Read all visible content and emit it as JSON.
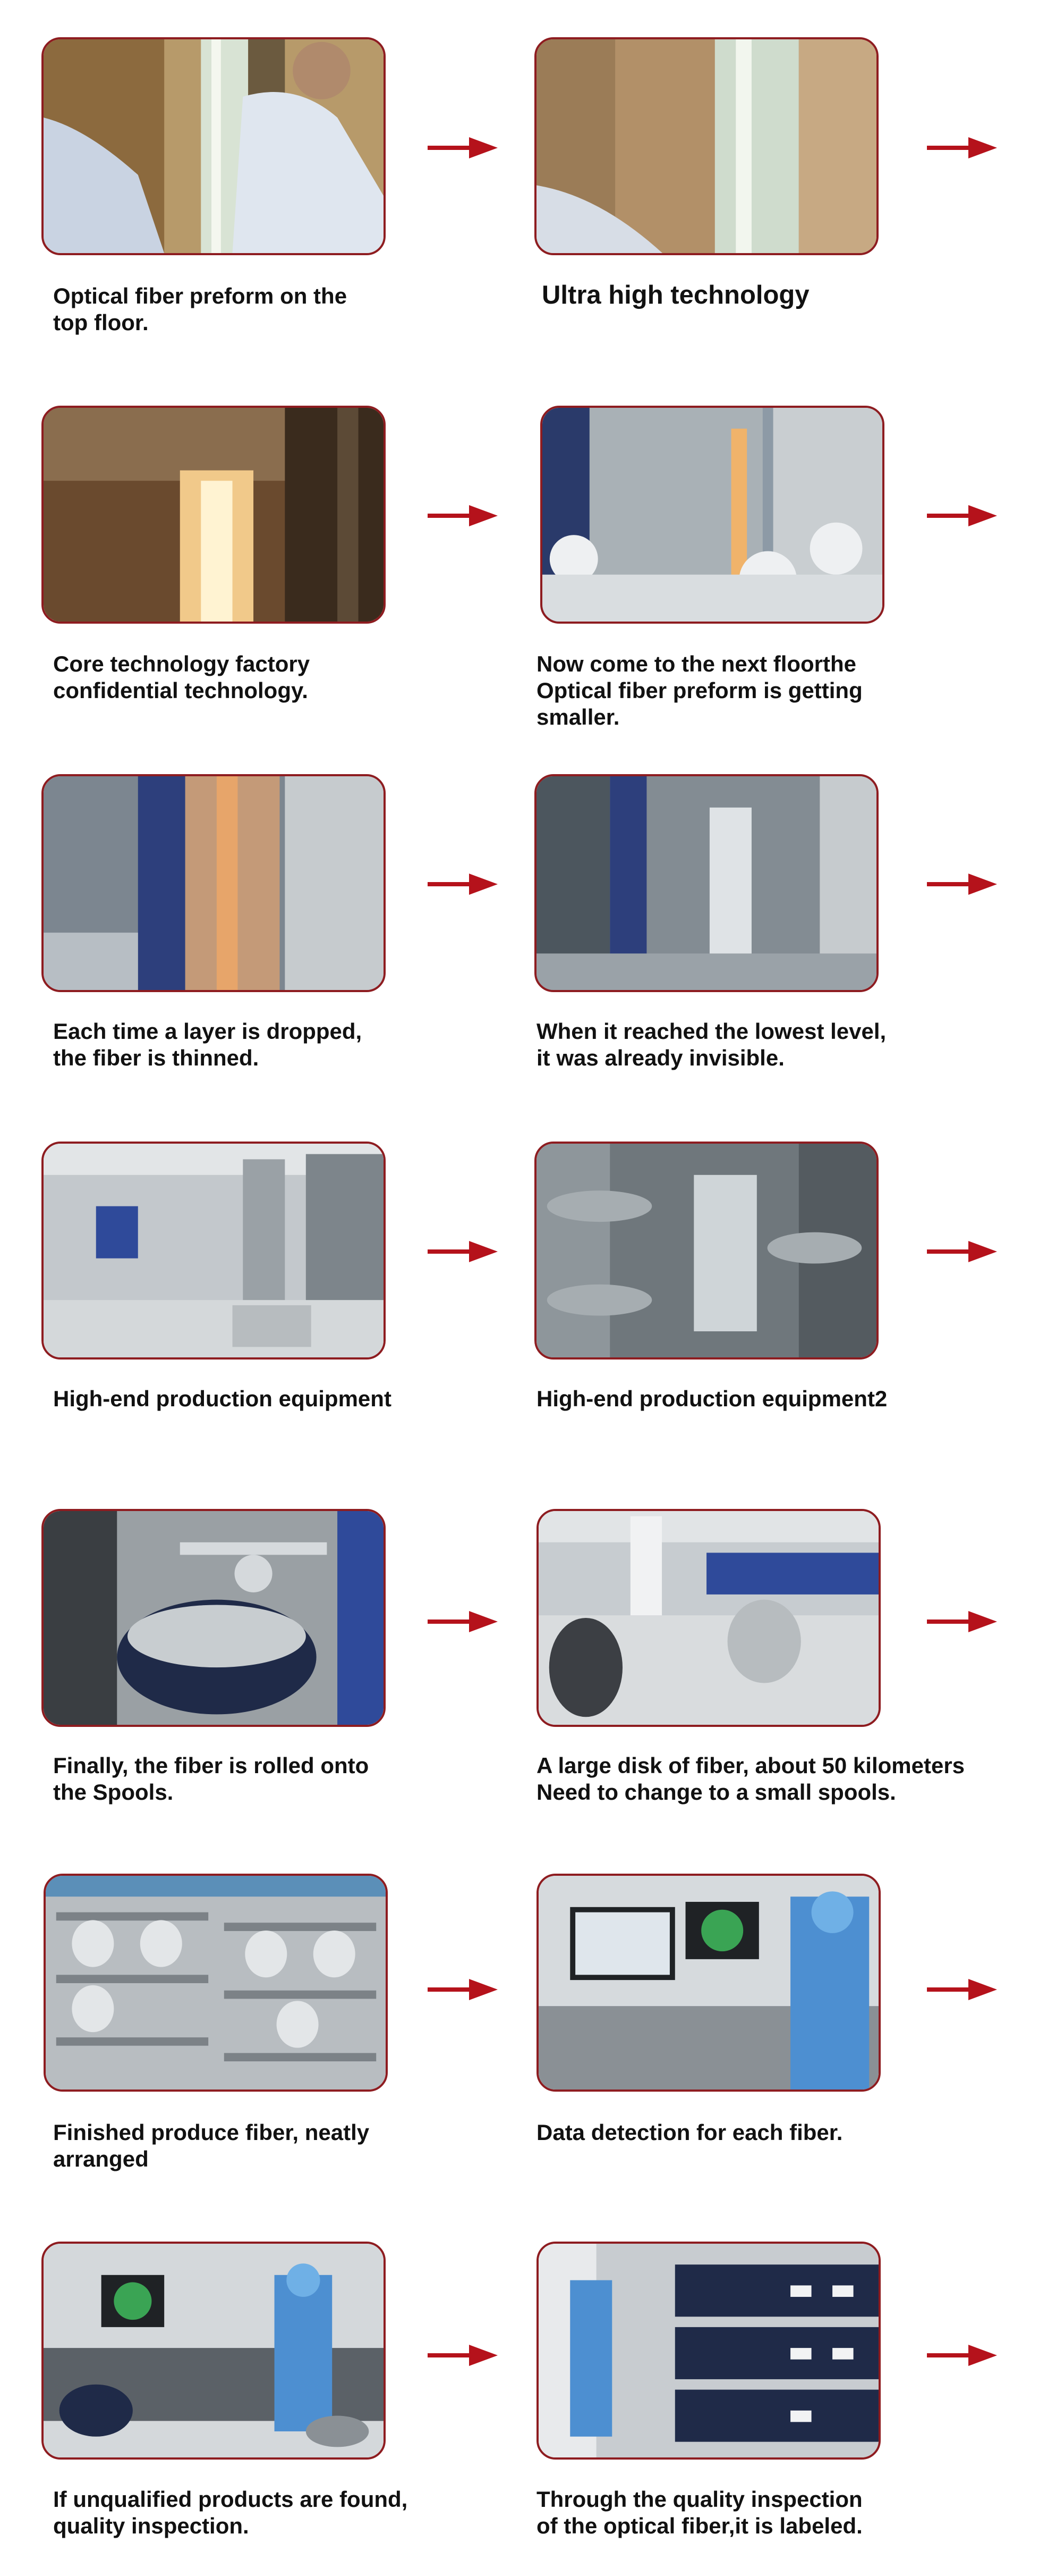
{
  "accent_color": "#b5121b",
  "frame_color": "#8e1c20",
  "steps": [
    {
      "caption": "Optical fiber preform on the\ntop floor.",
      "icon": "preform-tower-photo"
    },
    {
      "caption": "Ultra high technology",
      "icon": "preform-closeup-photo"
    },
    {
      "caption": "Core technology factory\nconfidential technology.",
      "icon": "furnace-photo"
    },
    {
      "caption": "Now come to the next floorthe\nOptical fiber preform is getting\nsmaller.",
      "icon": "workers-furnace-photo"
    },
    {
      "caption": "Each time a layer is dropped,\nthe fiber is thinned.",
      "icon": "draw-tower-photo"
    },
    {
      "caption": "When it reached the lowest level,\nit was already invisible.",
      "icon": "draw-tower-lower-photo"
    },
    {
      "caption": "High-end production equipment",
      "icon": "production-hall-photo"
    },
    {
      "caption": "High-end production equipment2",
      "icon": "ducting-equipment-photo"
    },
    {
      "caption": "Finally, the fiber is rolled onto\nthe Spools.",
      "icon": "winding-machine-photo"
    },
    {
      "caption": "A large disk of fiber, about 50 kilometers\nNeed to change to a small spools.",
      "icon": "large-spool-cart-photo"
    },
    {
      "caption": "Finished produce fiber, neatly\narranged",
      "icon": "spool-rack-photo"
    },
    {
      "caption": "Data detection for each fiber.",
      "icon": "detection-station-photo"
    },
    {
      "caption": "If unqualified products are found,\nquality inspection.",
      "icon": "inspection-line-photo"
    },
    {
      "caption": "Through the quality inspection\nof the optical fiber,it is labeled.",
      "icon": "labeled-spools-photo"
    }
  ]
}
